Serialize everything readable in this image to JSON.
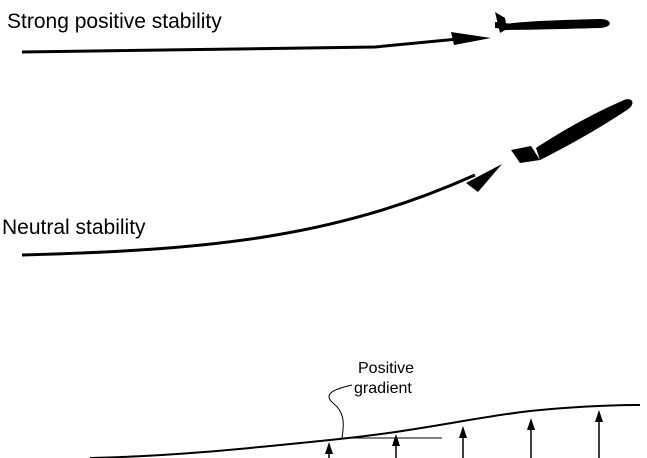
{
  "labels": {
    "strong": "Strong positive stability",
    "neutral": "Neutral stability",
    "gradient_line1": "Positive",
    "gradient_line2": "gradient"
  },
  "colors": {
    "ink": "#000000",
    "background": "#ffffff"
  }
}
